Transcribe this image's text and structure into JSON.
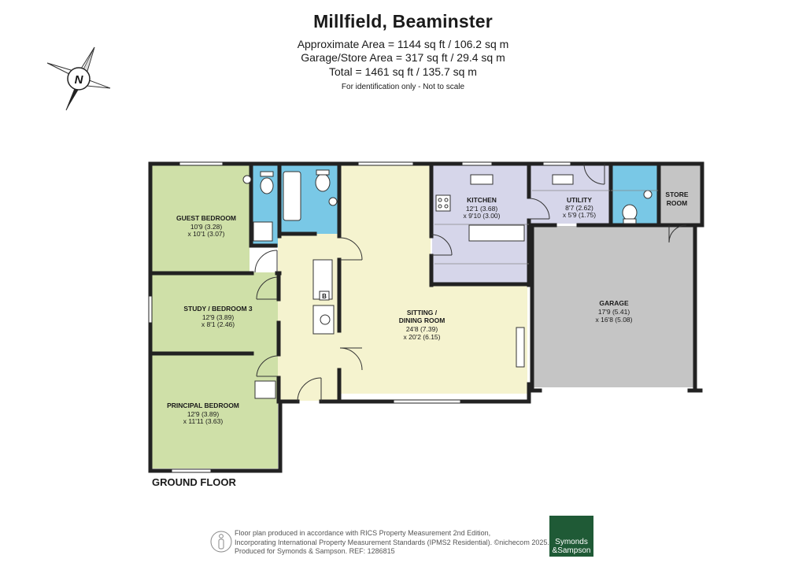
{
  "header": {
    "title": "Millfield, Beaminster",
    "area_lines": [
      "Approximate Area = 1144 sq ft / 106.2 sq m",
      "Garage/Store Area = 317 sq ft / 29.4 sq m",
      "Total = 1461 sq ft / 135.7 sq m"
    ],
    "note": "For identification only - Not to scale"
  },
  "compass": {
    "letter": "N"
  },
  "rooms": {
    "guest": {
      "name": "GUEST BEDROOM",
      "dim1": "10'9 (3.28)",
      "dim2": "x 10'1 (3.07)"
    },
    "study": {
      "name": "STUDY / BEDROOM 3",
      "dim1": "12'9 (3.89)",
      "dim2": "x 8'1 (2.46)"
    },
    "principal": {
      "name": "PRINCIPAL BEDROOM",
      "dim1": "12'9 (3.89)",
      "dim2": "x 11'11 (3.63)"
    },
    "sitting": {
      "name1": "SITTING /",
      "name2": "DINING ROOM",
      "dim1": "24'8 (7.39)",
      "dim2": "x 20'2 (6.15)"
    },
    "kitchen": {
      "name": "KITCHEN",
      "dim1": "12'1 (3.68)",
      "dim2": "x 9'10 (3.00)"
    },
    "utility": {
      "name": "UTILITY",
      "dim1": "8'7 (2.62)",
      "dim2": "x 5'9 (1.75)"
    },
    "garage": {
      "name": "GARAGE",
      "dim1": "17'9 (5.41)",
      "dim2": "x 16'8 (5.08)"
    },
    "store": {
      "name1": "STORE",
      "name2": "ROOM"
    },
    "boiler": {
      "label": "B"
    }
  },
  "floor_label": "GROUND FLOOR",
  "footer": {
    "line1": "Floor plan produced in accordance with RICS Property Measurement 2nd Edition,",
    "line2": "Incorporating International Property Measurement Standards (IPMS2 Residential). ©nichecom 2025.",
    "line3": "Produced for Symonds & Sampson.   REF: 1286815"
  },
  "logo": {
    "line1": "Symonds",
    "line2": "&Sampson"
  },
  "colors": {
    "bedroom": "#cfe0a8",
    "living": "#f5f3cf",
    "kitchen": "#d6d6ea",
    "bathroom": "#79c8e6",
    "garage": "#c5c5c5",
    "wall": "#222222",
    "logo": "#1f5a36"
  }
}
